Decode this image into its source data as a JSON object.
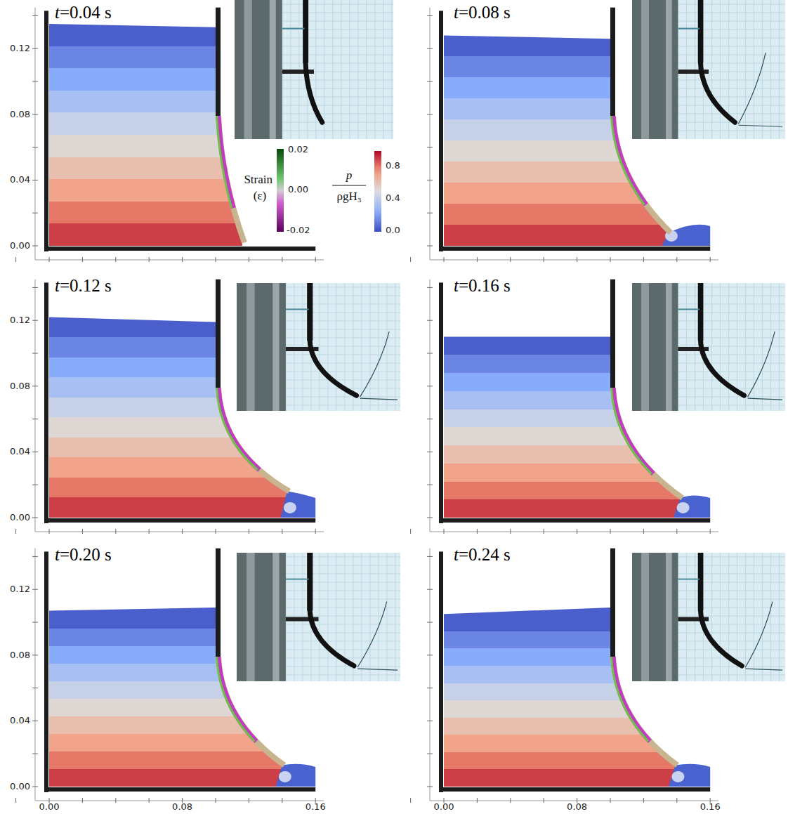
{
  "diagram": {
    "labels": [
      "t=0.04 s",
      "0.12",
      "0.08",
      "0.04",
      "0.00",
      "Strain",
      "(ε)",
      "0.02",
      "0.00",
      "-0.02",
      "p",
      "ρgH₃",
      "0.8",
      "0.4",
      "0.0",
      "t=0.08 s",
      "t=0.12 s",
      "0.12",
      "0.08",
      "0.04",
      "0.00",
      "t=0.16 s",
      "t=0.20 s",
      "0.12",
      "0.08",
      "0.04",
      "0.00",
      "t=0.24 s",
      "0.00",
      "0.08",
      "0.16",
      "0.00",
      "0.08",
      "0.16"
    ]
  }
}
